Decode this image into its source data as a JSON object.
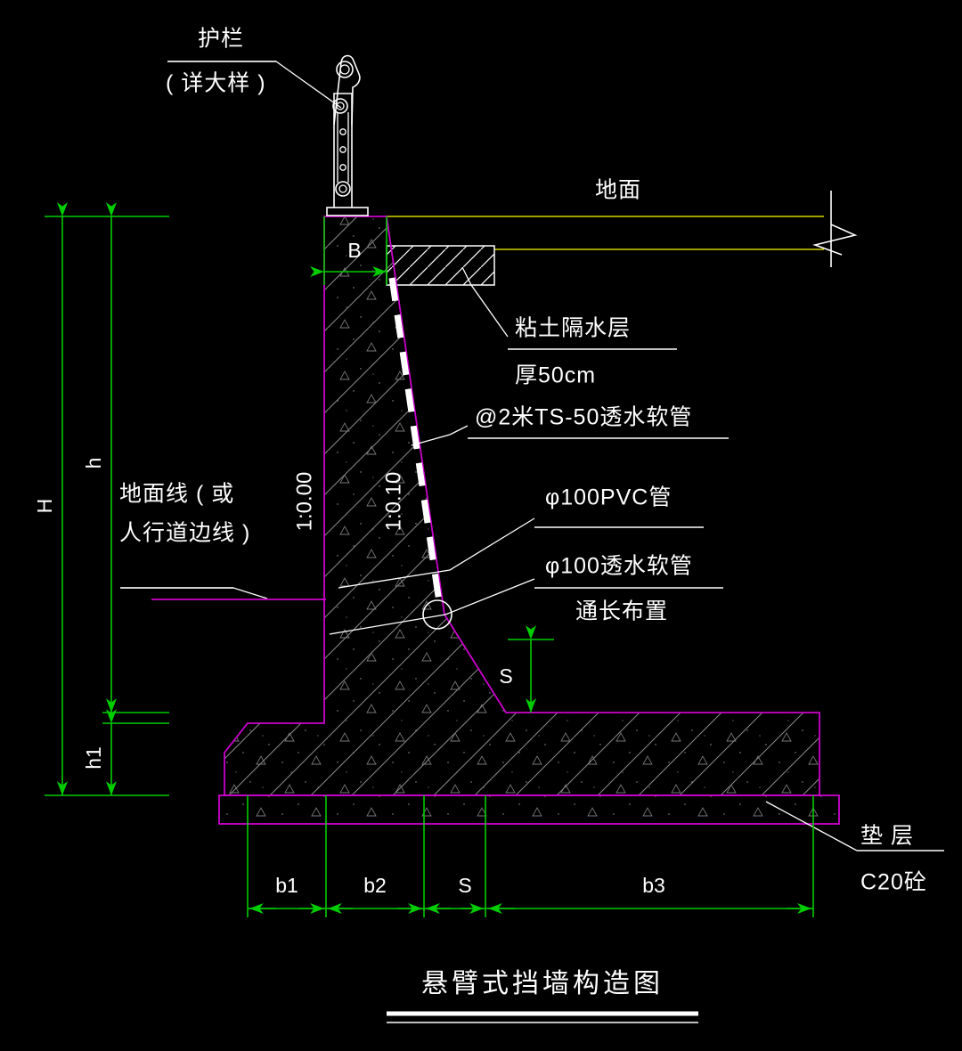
{
  "drawing": {
    "title": "悬臂式挡墙构造图",
    "background_color": "#000000"
  },
  "colors": {
    "concrete_outline": "#cc00cc",
    "ground_line": "#d4d400",
    "dimension": "#00cc00",
    "annotation": "#ffffff",
    "hatch": "#8a8a8a"
  },
  "annotations": {
    "railing_label_line1": "护栏",
    "railing_label_line2": "( 详大样 )",
    "ground_label": "地面",
    "clay_layer_line1": "粘土隔水层",
    "clay_layer_line2": "厚50cm",
    "soft_pipe_spacing": "@2米TS-50透水软管",
    "pvc_pipe": "φ100PVC管",
    "perm_pipe_line1": "φ100透水软管",
    "perm_pipe_line2": "通长布置",
    "ground_line_label_1": "地面线 ( 或",
    "ground_line_label_2": "人行道边线 )",
    "cushion_line1": "垫  层",
    "cushion_line2": "C20砼"
  },
  "slopes": {
    "front_face": "1:0.00",
    "back_face": "1:0.10"
  },
  "dimensions": {
    "total_height": "H",
    "wall_height": "h",
    "footing_height": "h1",
    "top_width": "B",
    "step_height": "S",
    "base_b1": "b1",
    "base_b2": "b2",
    "base_s": "S",
    "base_b3": "b3"
  }
}
